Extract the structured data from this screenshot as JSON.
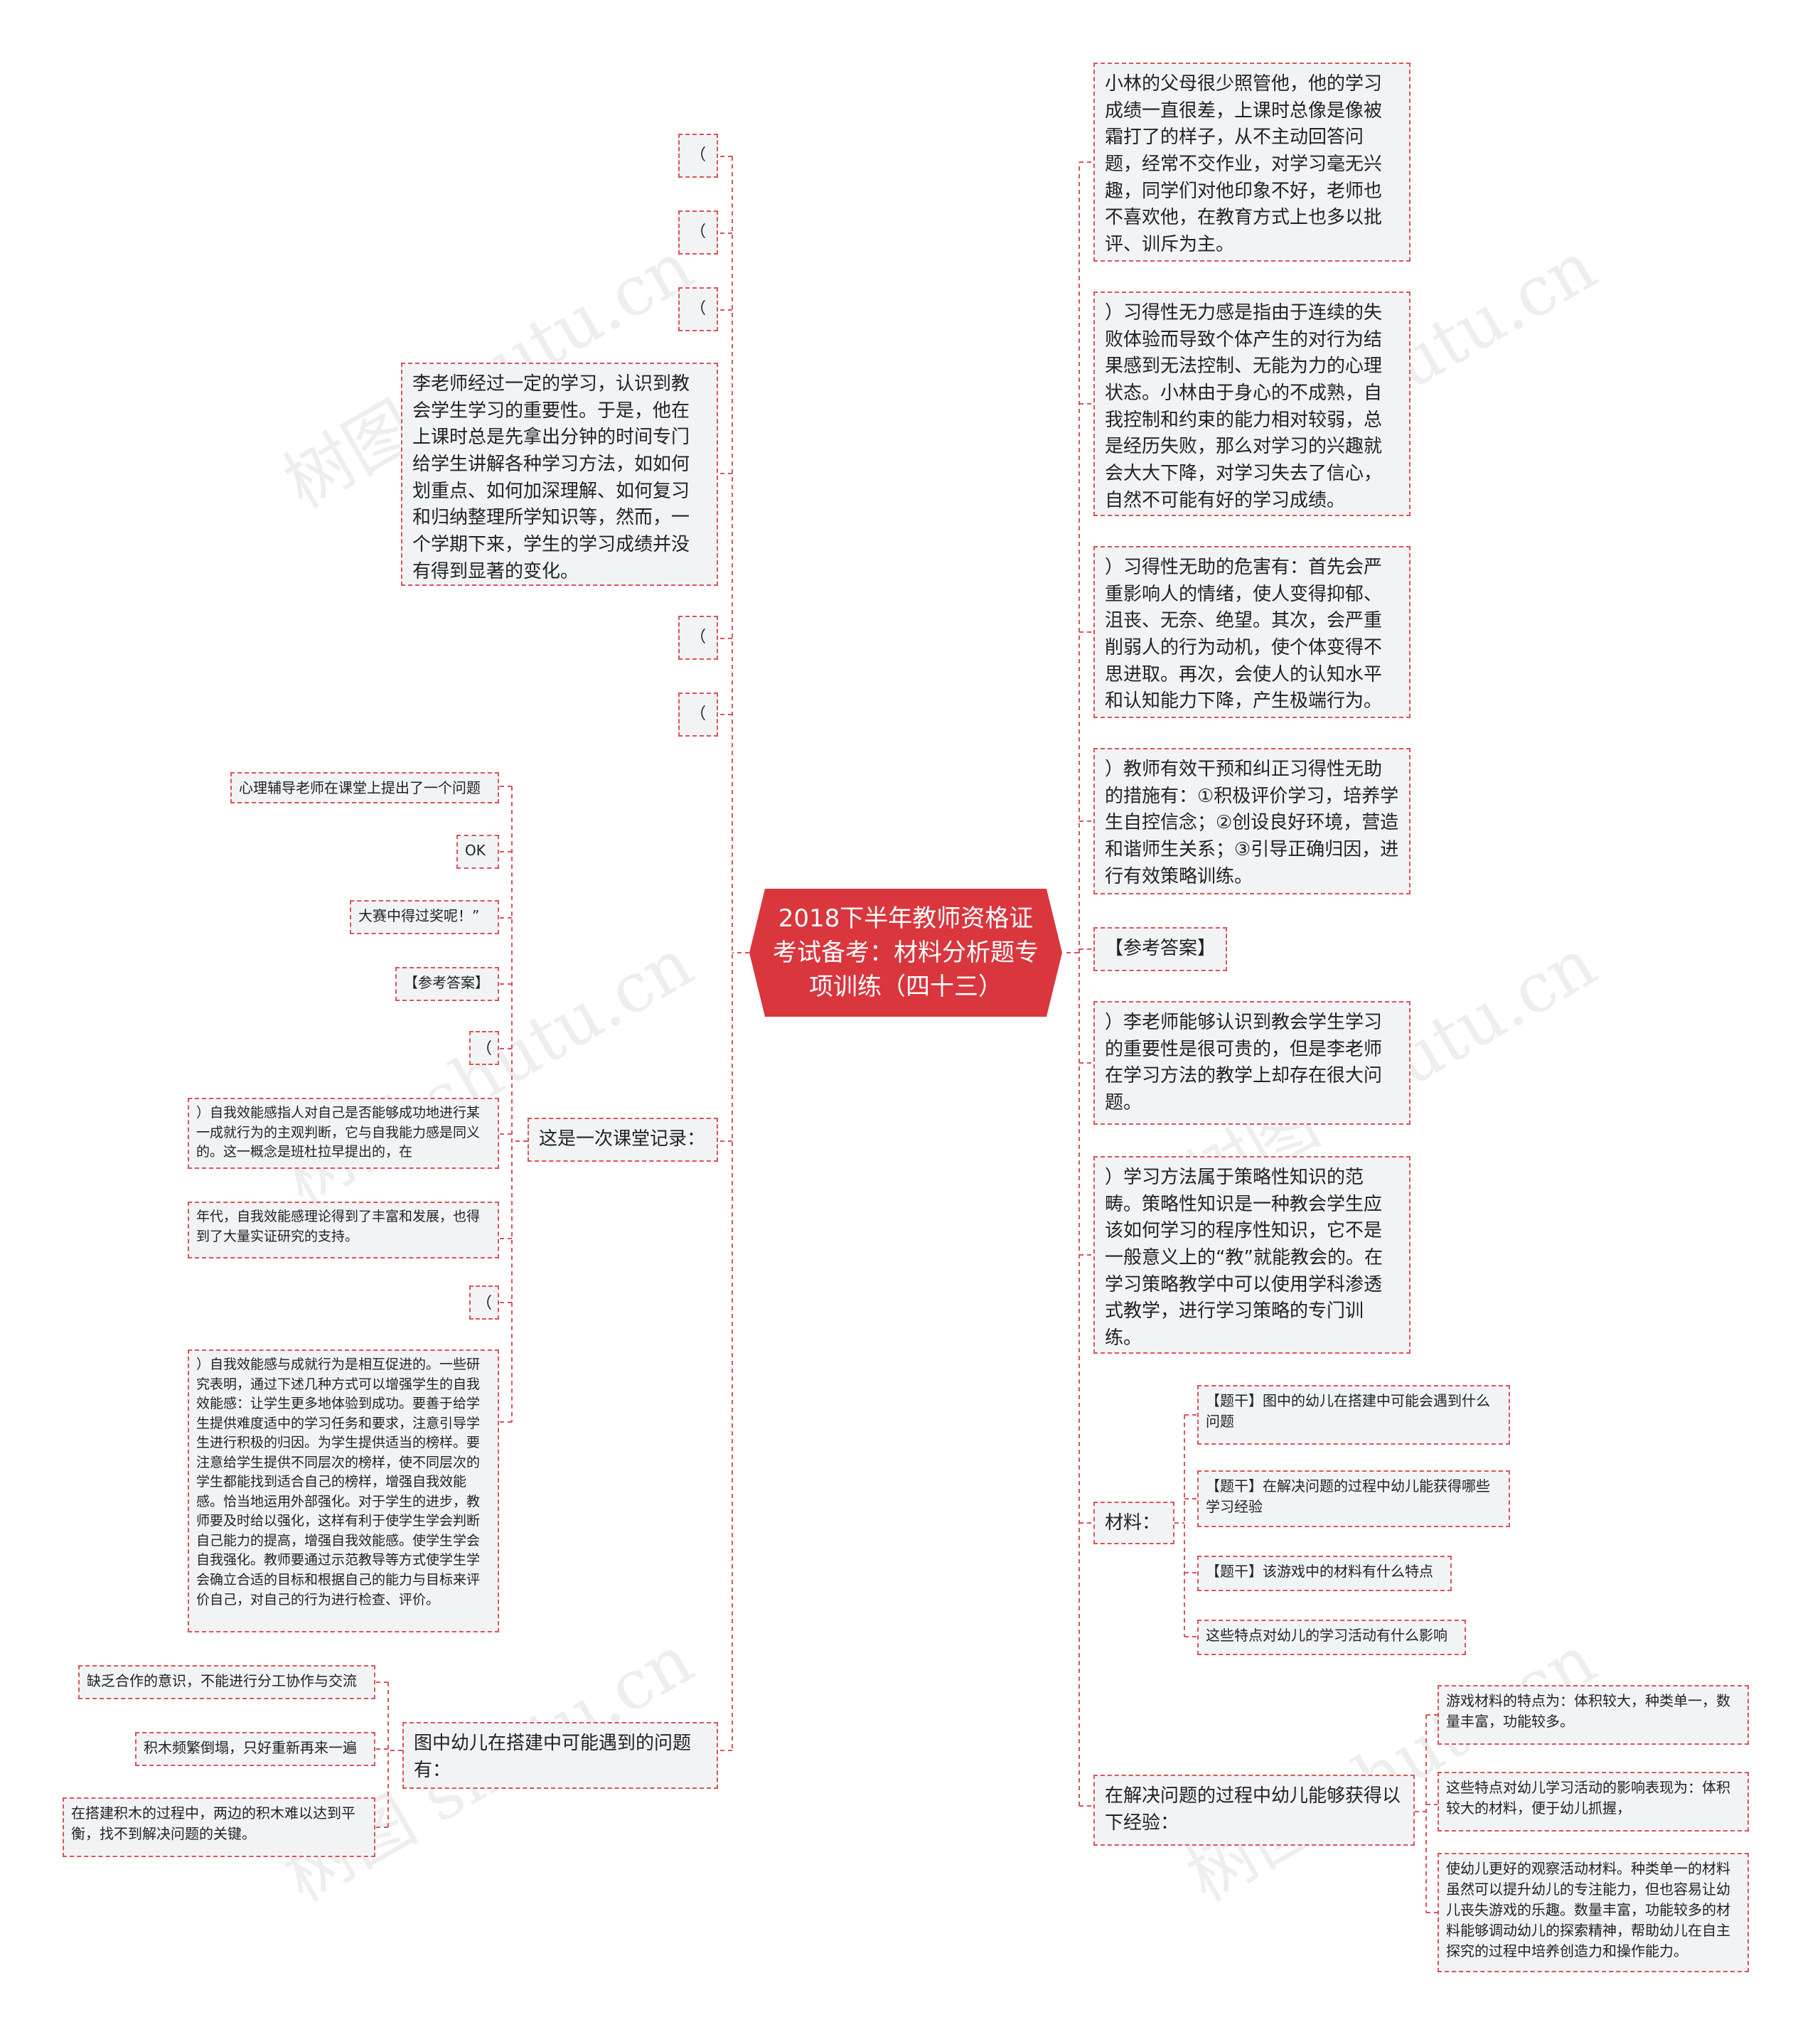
{
  "watermark": "树图 shutu.cn",
  "root": "2018下半年教师资格证考试备考：材料分析题专项训练（四十三）",
  "left": {
    "paren1": "（",
    "paren2": "（",
    "paren3": "（",
    "li_teacher": "李老师经过一定的学习，认识到教会学生学习的重要性。于是，他在上课时总是先拿出分钟的时间专门给学生讲解各种学习方法，如如何划重点、如何加深理解、如何复习和归纳整理所学知识等，然而，一个学期下来，学生的学习成绩并没有得到显著的变化。",
    "paren4": "（",
    "paren5": "（",
    "record_label": "这是一次课堂记录：",
    "record_items": [
      "心理辅导老师在课堂上提出了一个问题",
      "OK",
      "大赛中得过奖呢！”",
      "【参考答案】",
      "（",
      "）自我效能感指人对自己是否能够成功地进行某一成就行为的主观判断，它与自我能力感是同义的。这一概念是班杜拉早提出的，在",
      "年代，自我效能感理论得到了丰富和发展，也得到了大量实证研究的支持。",
      "（",
      "）自我效能感与成就行为是相互促进的。一些研究表明，通过下述几种方式可以增强学生的自我效能感：让学生更多地体验到成功。要善于给学生提供难度适中的学习任务和要求，注意引导学生进行积极的归因。为学生提供适当的榜样。要注意给学生提供不同层次的榜样，使不同层次的学生都能找到适合自己的榜样，增强自我效能感。恰当地运用外部强化。对于学生的进步，教师要及时给以强化，这样有利于使学生学会判断自己能力的提高，增强自我效能感。使学生学会自我强化。教师要通过示范教导等方式使学生学会确立合适的目标和根据自己的能力与目标来评价自己，对自己的行为进行检查、评价。"
    ],
    "problems_label": "图中幼儿在搭建中可能遇到的问题有：",
    "problems_items": [
      "缺乏合作的意识，不能进行分工协作与交流",
      "积木频繁倒塌，只好重新再来一遍",
      "在搭建积木的过程中，两边的积木难以达到平衡，找不到解决问题的关键。"
    ]
  },
  "right": {
    "xiaolin": "小林的父母很少照管他，他的学习成绩一直很差，上课时总像是像被霜打了的样子，从不主动回答问题，经常不交作业，对学习毫无兴趣，同学们对他印象不好，老师也不喜欢他，在教育方式上也多以批评、训斥为主。",
    "helplessness_def": "）习得性无力感是指由于连续的失败体验而导致个体产生的对行为结果感到无法控制、无能为力的心理状态。小林由于身心的不成熟，自我控制和约束的能力相对较弱，总是经历失败，那么对学习的兴趣就会大大下降，对学习失去了信心，自然不可能有好的学习成绩。",
    "helplessness_harm": "）习得性无助的危害有：首先会严重影响人的情绪，使人变得抑郁、沮丧、无奈、绝望。其次，会严重削弱人的行为动机，使个体变得不思进取。再次，会使人的认知水平和认知能力下降，产生极端行为。",
    "intervention": "）教师有效干预和纠正习得性无助的措施有：①积极评价学习，培养学生自控信念；②创设良好环境，营造和谐师生关系；③引导正确归因，进行有效策略训练。",
    "answer": "【参考答案】",
    "li_value": "）李老师能够认识到教会学生学习的重要性是很可贵的，但是李老师在学习方法的教学上却存在很大问题。",
    "strategy": "）学习方法属于策略性知识的范畴。策略性知识是一种教会学生应该如何学习的程序性知识，它不是一般意义上的“教”就能教会的。在学习策略教学中可以使用学科渗透式教学，进行学习策略的专门训练。",
    "material_label": "材料：",
    "material_items": [
      "【题干】图中的幼儿在搭建中可能会遇到什么问题",
      "【题干】在解决问题的过程中幼儿能获得哪些学习经验",
      "【题干】该游戏中的材料有什么特点",
      "这些特点对幼儿的学习活动有什么影响"
    ],
    "experience_label": "在解决问题的过程中幼儿能够获得以下经验：",
    "experience_items": [
      "游戏材料的特点为：体积较大，种类单一，数量丰富，功能较多。",
      "这些特点对幼儿学习活动的影响表现为：体积较大的材料，便于幼儿抓握，",
      "使幼儿更好的观察活动材料。种类单一的材料虽然可以提升幼儿的专注能力，但也容易让幼儿丧失游戏的乐趣。数量丰富，功能较多的材料能够调动幼儿的探索精神，帮助幼儿在自主探究的过程中培养创造力和操作能力。"
    ]
  },
  "colors": {
    "accent": "#d9363e",
    "line": "#d9545a",
    "node_bg": "#f1f3f5"
  }
}
